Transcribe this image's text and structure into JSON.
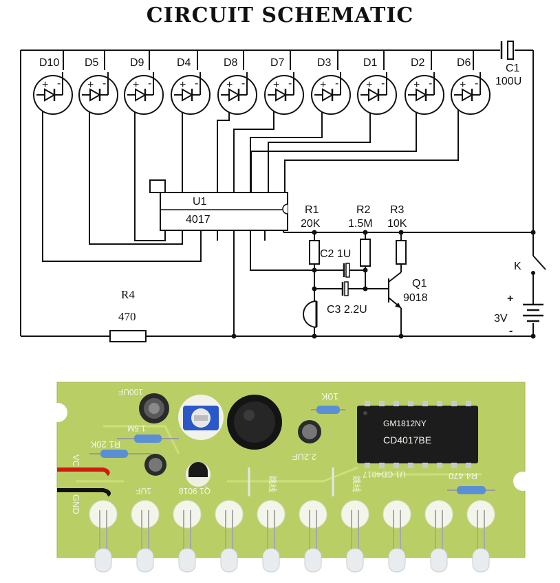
{
  "title": "CIRCUIT SCHEMATIC",
  "leds": [
    "D10",
    "D5",
    "D9",
    "D4",
    "D8",
    "D7",
    "D3",
    "D1",
    "D2",
    "D6"
  ],
  "led_pol": {
    "plus": "+",
    "minus": "-"
  },
  "ic": {
    "ref": "U1",
    "part": "4017"
  },
  "resistors": {
    "r1": {
      "ref": "R1",
      "value": "20K"
    },
    "r2": {
      "ref": "R2",
      "value": "1.5M"
    },
    "r3": {
      "ref": "R3",
      "value": "10K"
    },
    "r4": {
      "ref": "R4",
      "value": "470"
    }
  },
  "caps": {
    "c1": {
      "ref": "C1",
      "value": "100U"
    },
    "c2": {
      "label": "C2 1U"
    },
    "c3": {
      "label": "C3 2.2U"
    }
  },
  "transistor": {
    "ref": "Q1",
    "part": "9018"
  },
  "switch": {
    "ref": "K"
  },
  "battery": {
    "plus": "+",
    "voltage": "3V",
    "minus": "-"
  },
  "pcb_labels": {
    "c1_value": "100UF",
    "r2_value": "1.5M",
    "r1_label": "R1 20K",
    "vcc": "VC",
    "gnd": "GND",
    "c3_value": "1UF",
    "q1": "Q1 9018",
    "r3_value": "10K",
    "c2_value": "2.2UF",
    "chip_line1": "GM1812NY",
    "chip_line2": "CD4017BE",
    "u1_label": "U1 CD4017",
    "r4_label": "R4 470",
    "jump1": "跳线",
    "jump2": "跳线"
  },
  "colors": {
    "pcb": "#b9cf66",
    "chip": "#1c1c1c",
    "wire_red": "#d11a12",
    "wire_black": "#111111"
  }
}
